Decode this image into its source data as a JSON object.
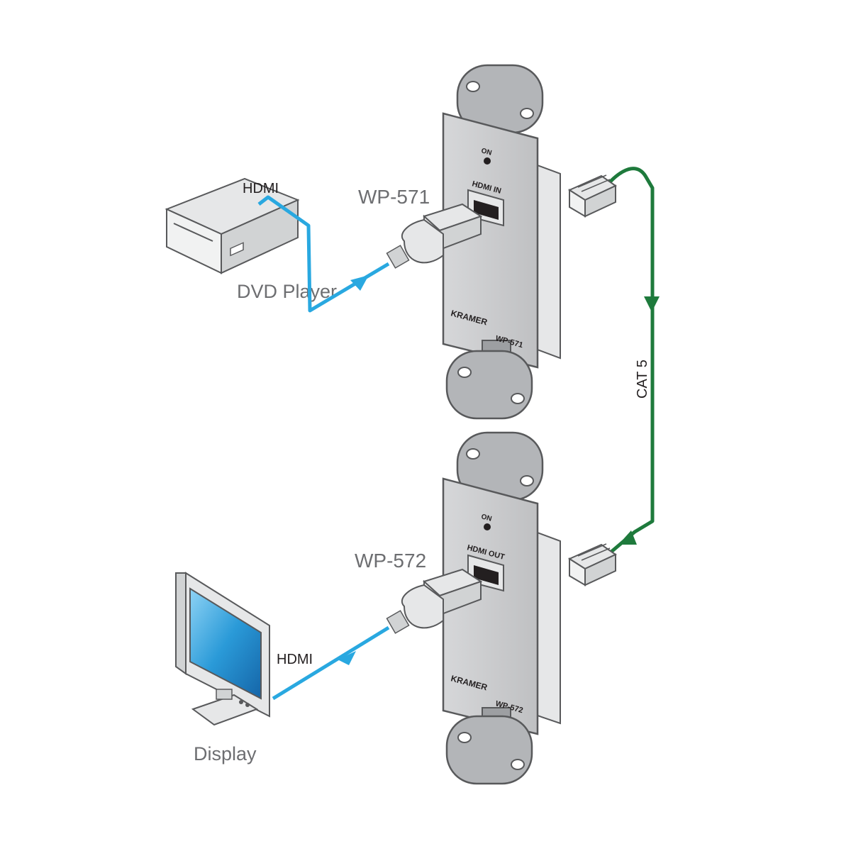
{
  "labels": {
    "dvd_player": "DVD Player",
    "display": "Display",
    "hdmi_top": "HDMI",
    "hdmi_bottom": "HDMI",
    "cat5": "CAT 5"
  },
  "devices": {
    "transmitter": {
      "model_label": "WP-571",
      "led_label": "ON",
      "port_label": "HDMI IN",
      "brand": "KRAMER",
      "plate_model": "WP-571"
    },
    "receiver": {
      "model_label": "WP-572",
      "led_label": "ON",
      "port_label": "HDMI OUT",
      "brand": "KRAMER",
      "plate_model": "WP-572"
    }
  },
  "colors": {
    "hdmi_cable": "#29a8e0",
    "cat5_cable": "#1e7a3c",
    "plate": "#c9cacc",
    "bracket": "#9d9fa2",
    "screen": "#1f8fd0"
  }
}
